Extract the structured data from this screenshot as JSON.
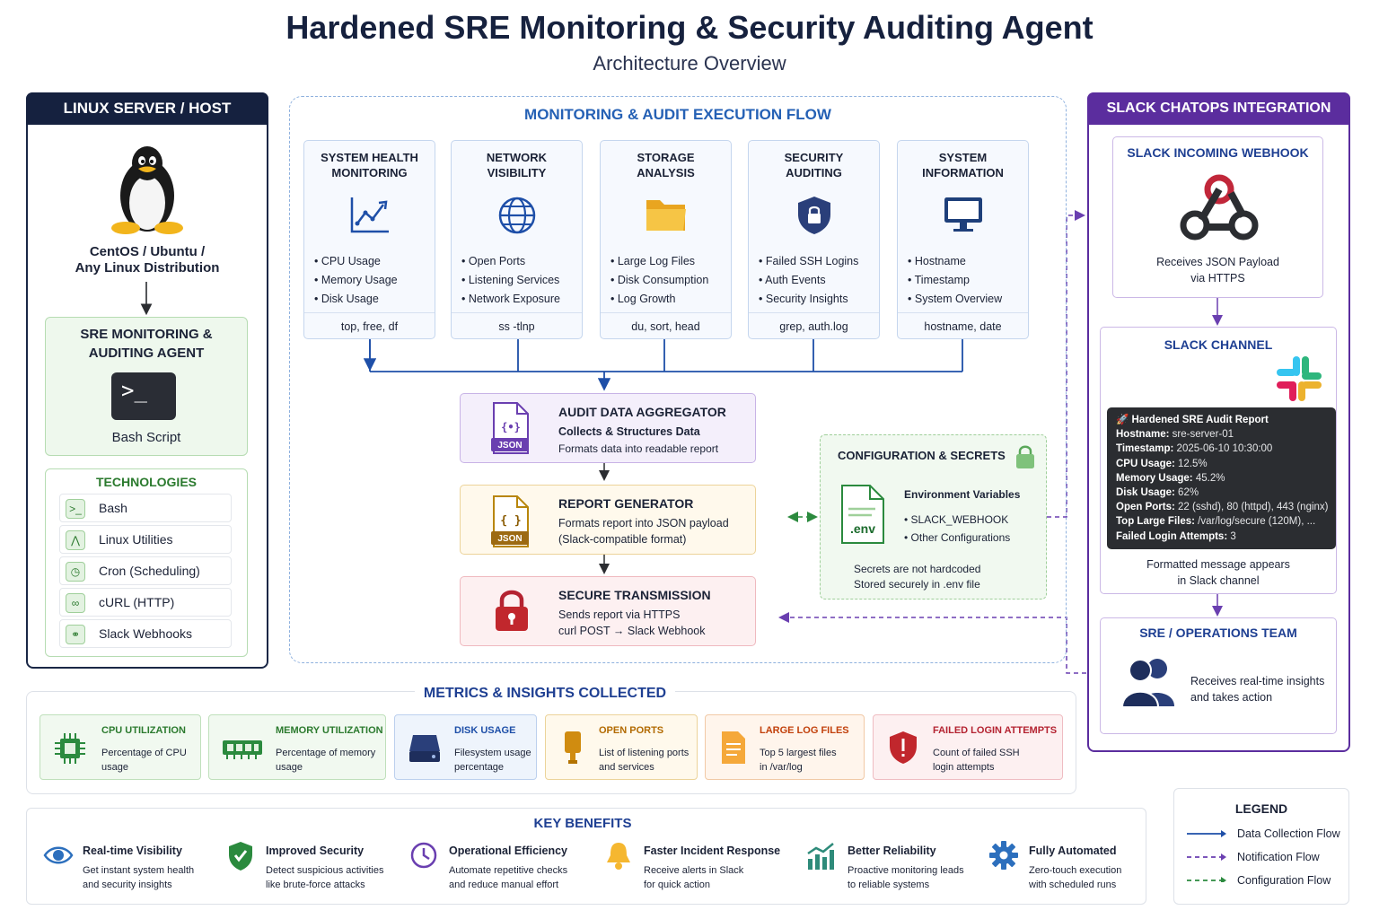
{
  "header": {
    "title": "Hardened SRE Monitoring & Security Auditing Agent",
    "subtitle": "Architecture Overview"
  },
  "host": {
    "title": "LINUX SERVER / HOST",
    "os_line1": "CentOS / Ubuntu /",
    "os_line2": "Any Linux Distribution",
    "agent_line1": "SRE MONITORING &",
    "agent_line2": "AUDITING AGENT",
    "prompt": ">_",
    "agent_sub": "Bash Script",
    "tech_title": "TECHNOLOGIES",
    "technologies": [
      "Bash",
      "Linux Utilities",
      "Cron (Scheduling)",
      "cURL (HTTP)",
      "Slack Webhooks"
    ]
  },
  "flow": {
    "title": "MONITORING & AUDIT EXECUTION FLOW",
    "modules": [
      {
        "title1": "SYSTEM HEALTH",
        "title2": "MONITORING",
        "items": [
          "CPU Usage",
          "Memory Usage",
          "Disk Usage"
        ],
        "cmd": "top, free, df",
        "icon": "line-chart-icon"
      },
      {
        "title1": "NETWORK",
        "title2": "VISIBILITY",
        "items": [
          "Open Ports",
          "Listening Services",
          "Network Exposure"
        ],
        "cmd": "ss -tlnp",
        "icon": "globe-icon"
      },
      {
        "title1": "STORAGE",
        "title2": "ANALYSIS",
        "items": [
          "Large Log Files",
          "Disk Consumption",
          "Log Growth"
        ],
        "cmd": "du, sort, head",
        "icon": "folder-icon"
      },
      {
        "title1": "SECURITY",
        "title2": "AUDITING",
        "items": [
          "Failed SSH Logins",
          "Auth Events",
          "Security Insights"
        ],
        "cmd": "grep, auth.log",
        "icon": "shield-lock-icon"
      },
      {
        "title1": "SYSTEM",
        "title2": "INFORMATION",
        "items": [
          "Hostname",
          "Timestamp",
          "System Overview"
        ],
        "cmd": "hostname, date",
        "icon": "monitor-icon"
      }
    ],
    "aggregator": {
      "title": "AUDIT DATA AGGREGATOR",
      "sub": "Collects & Structures Data",
      "sub2": "Formats data into readable report",
      "badge": "JSON",
      "glyph": "{•}"
    },
    "generator": {
      "title": "REPORT GENERATOR",
      "sub": "Formats report into JSON payload",
      "sub2": "(Slack-compatible format)",
      "badge": "JSON",
      "glyph": "{ }"
    },
    "transmission": {
      "title": "SECURE TRANSMISSION",
      "sub": "Sends report via HTTPS",
      "sub2": "curl POST → Slack Webhook"
    },
    "config": {
      "title": "CONFIGURATION & SECRETS",
      "file": ".env",
      "env_title": "Environment Variables",
      "env_items": [
        "SLACK_WEBHOOK",
        "Other Configurations"
      ],
      "note1": "Secrets are not hardcoded",
      "note2": "Stored securely in .env file"
    }
  },
  "slack": {
    "title": "SLACK CHATOPS INTEGRATION",
    "webhook_title": "SLACK INCOMING WEBHOOK",
    "webhook_text1": "Receives JSON Payload",
    "webhook_text2": "via HTTPS",
    "channel_title": "SLACK CHANNEL",
    "message": {
      "header": "🚀 Hardened SRE Audit Report",
      "rows": [
        {
          "k": "Hostname:",
          "v": "sre-server-01"
        },
        {
          "k": "Timestamp:",
          "v": "2025-06-10 10:30:00"
        },
        {
          "k": "CPU Usage:",
          "v": "12.5%"
        },
        {
          "k": "Memory Usage:",
          "v": "45.2%"
        },
        {
          "k": "Disk Usage:",
          "v": "62%"
        },
        {
          "k": "Open Ports:",
          "v": "22 (sshd), 80 (httpd), 443 (nginx)"
        },
        {
          "k": "Top Large Files:",
          "v": "/var/log/secure (120M), ..."
        },
        {
          "k": "Failed Login Attempts:",
          "v": "3"
        }
      ]
    },
    "channel_text1": "Formatted message appears",
    "channel_text2": "in Slack channel",
    "team_title": "SRE / OPERATIONS TEAM",
    "team_text1": "Receives real-time insights",
    "team_text2": "and takes action"
  },
  "metrics": {
    "title": "METRICS & INSIGHTS COLLECTED",
    "items": [
      {
        "title": "CPU UTILIZATION",
        "d1": "Percentage of CPU",
        "d2": "usage",
        "color": "#2b7a2e"
      },
      {
        "title": "MEMORY UTILIZATION",
        "d1": "Percentage of memory",
        "d2": "usage",
        "color": "#2b7a2e"
      },
      {
        "title": "DISK USAGE",
        "d1": "Filesystem usage",
        "d2": "percentage",
        "color": "#1e4fa8"
      },
      {
        "title": "OPEN PORTS",
        "d1": "List of listening ports",
        "d2": "and services",
        "color": "#b26a00"
      },
      {
        "title": "LARGE LOG FILES",
        "d1": "Top 5 largest files",
        "d2": "in /var/log",
        "color": "#c2410c"
      },
      {
        "title": "FAILED LOGIN ATTEMPTS",
        "d1": "Count of failed SSH",
        "d2": "login attempts",
        "color": "#b42331"
      }
    ]
  },
  "benefits": {
    "title": "KEY BENEFITS",
    "items": [
      {
        "title": "Real-time Visibility",
        "d1": "Get instant system health",
        "d2": "and security insights"
      },
      {
        "title": "Improved Security",
        "d1": "Detect suspicious activities",
        "d2": "like brute-force attacks"
      },
      {
        "title": "Operational Efficiency",
        "d1": "Automate repetitive checks",
        "d2": "and reduce manual effort"
      },
      {
        "title": "Faster Incident Response",
        "d1": "Receive alerts in Slack",
        "d2": "for quick action"
      },
      {
        "title": "Better Reliability",
        "d1": "Proactive monitoring leads",
        "d2": "to reliable systems"
      },
      {
        "title": "Fully Automated",
        "d1": "Zero-touch execution",
        "d2": "with scheduled runs"
      }
    ]
  },
  "legend": {
    "title": "LEGEND",
    "items": [
      {
        "label": "Data Collection Flow",
        "color": "#1e4fa8",
        "style": "solid"
      },
      {
        "label": "Notification Flow",
        "color": "#6a3fb0",
        "style": "dashed"
      },
      {
        "label": "Configuration Flow",
        "color": "#2b8a3e",
        "style": "dashed"
      }
    ]
  }
}
